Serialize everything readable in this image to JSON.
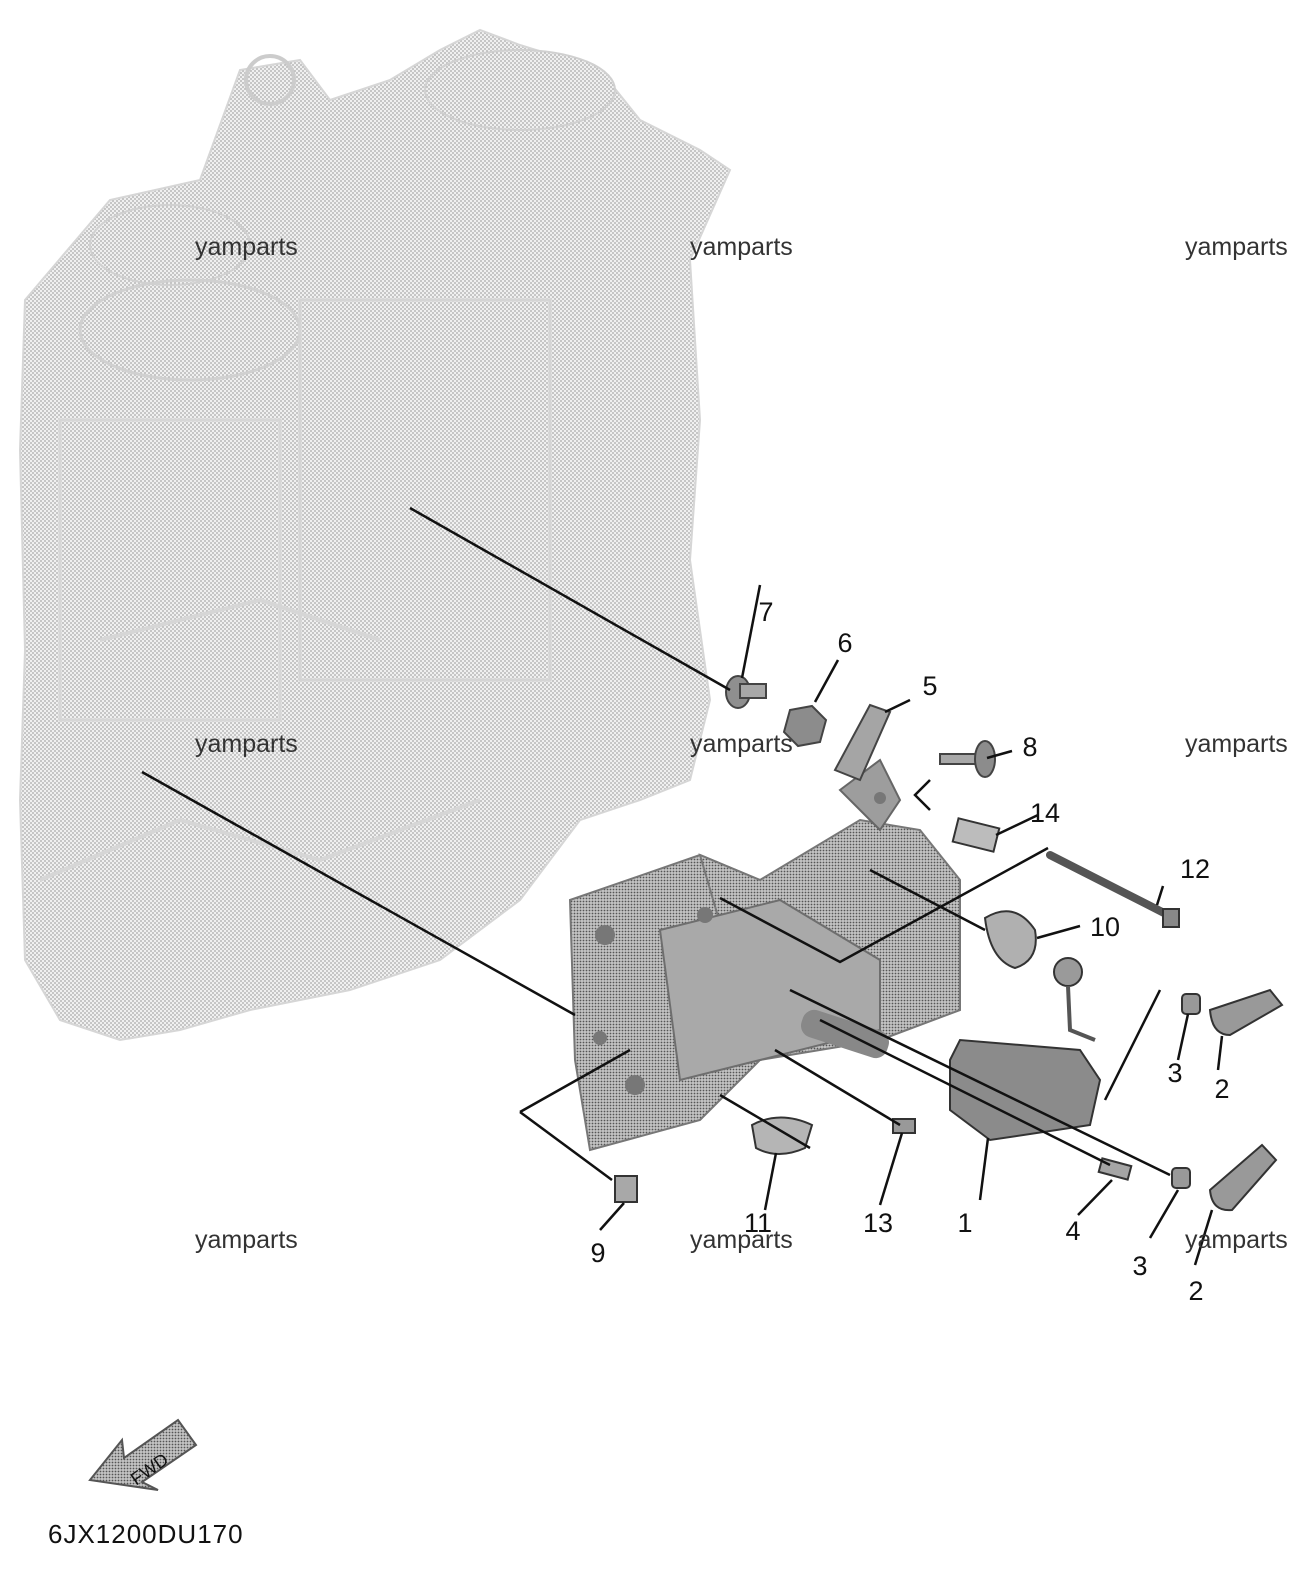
{
  "diagram_code": "6JX1200DU170",
  "fwd_label": "FWD",
  "watermark": "yamparts",
  "colors": {
    "engine": "#dcdcdc",
    "engine_edge": "#bdbdbd",
    "bracket": "#b8b8b8",
    "bracket_dark": "#8e8e8e",
    "parts": "#9a9a9a",
    "lines": "#111111"
  },
  "callouts": [
    {
      "id": "callout-1",
      "label": "1"
    },
    {
      "id": "callout-2-upper",
      "label": "2"
    },
    {
      "id": "callout-2-lower",
      "label": "2"
    },
    {
      "id": "callout-3-upper",
      "label": "3"
    },
    {
      "id": "callout-3-lower",
      "label": "3"
    },
    {
      "id": "callout-4",
      "label": "4"
    },
    {
      "id": "callout-5",
      "label": "5"
    },
    {
      "id": "callout-6",
      "label": "6"
    },
    {
      "id": "callout-7",
      "label": "7"
    },
    {
      "id": "callout-8",
      "label": "8"
    },
    {
      "id": "callout-9",
      "label": "9"
    },
    {
      "id": "callout-10",
      "label": "10"
    },
    {
      "id": "callout-11",
      "label": "11"
    },
    {
      "id": "callout-12",
      "label": "12"
    },
    {
      "id": "callout-13",
      "label": "13"
    },
    {
      "id": "callout-14",
      "label": "14"
    }
  ]
}
